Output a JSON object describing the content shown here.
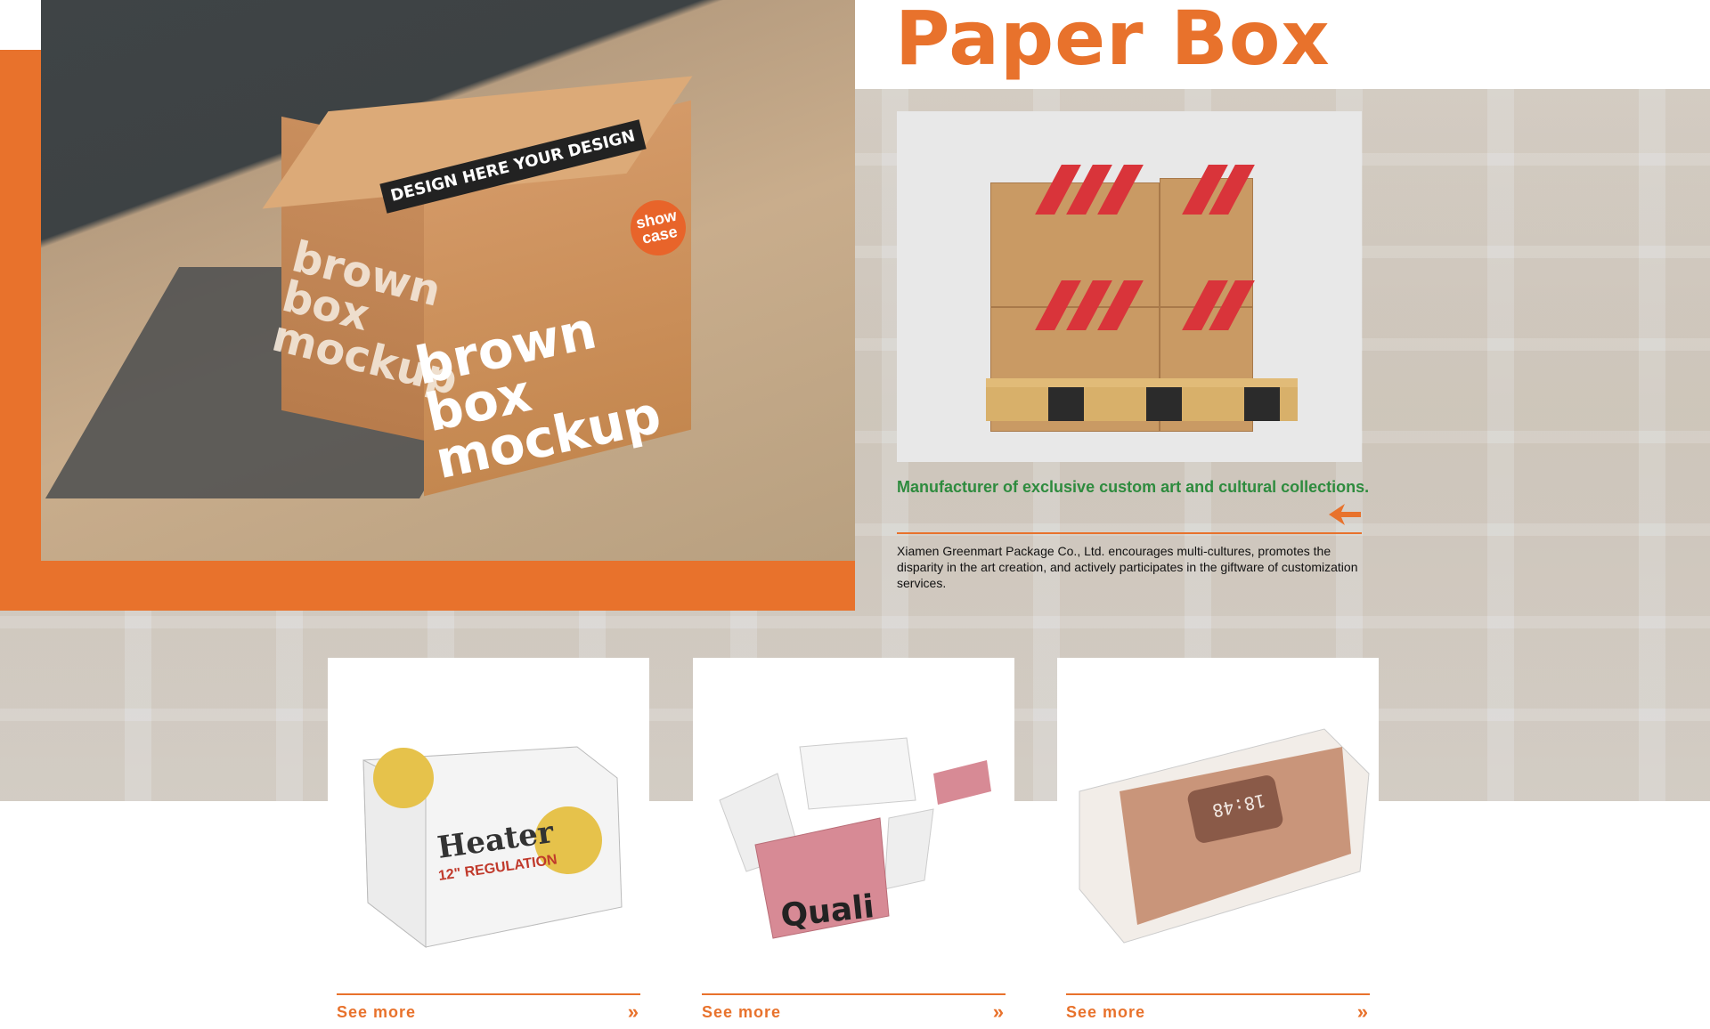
{
  "header": {
    "title": "Paper Box"
  },
  "hero": {
    "tape_text": "DESIGN HERE YOUR DESIGN",
    "mockup_text": "brown box mockup",
    "badge_text": "show case",
    "accent_color": "#e8722c"
  },
  "about": {
    "tagline": "Manufacturer of exclusive custom art and cultural collections.",
    "description": "Xiamen Greenmart Package Co., Ltd. encourages multi-cultures, promotes the disparity in the art creation, and actively participates in the giftware of customization services.",
    "tagline_color": "#2e8b3e",
    "arrow_icon": "arrow-left-icon"
  },
  "products": [
    {
      "see_more": "See more",
      "image_brand": "Heater",
      "image_caption": "12\" REGULATION",
      "icon": "double-chevron-right-icon"
    },
    {
      "see_more": "See more",
      "image_brand": "Quali",
      "icon": "double-chevron-right-icon"
    },
    {
      "see_more": "See more",
      "image_brand": "18:48",
      "icon": "double-chevron-right-icon"
    }
  ]
}
